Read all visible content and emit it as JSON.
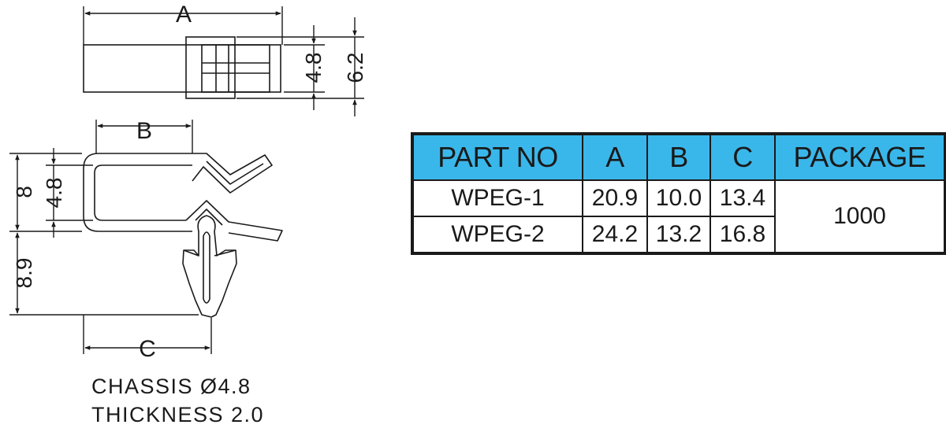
{
  "dimensions": {
    "a": "A",
    "b": "B",
    "c": "C",
    "top_inner_height": "4.8",
    "top_outer_height": "6.2",
    "left_upper": "8",
    "left_inner": "4.8",
    "left_lower": "8.9"
  },
  "notes": {
    "chassis": "CHASSIS Ø4.8",
    "thickness": "THICKNESS 2.0"
  },
  "table": {
    "headers": [
      "PART NO",
      "A",
      "B",
      "C",
      "PACKAGE"
    ],
    "rows": [
      {
        "part": "WPEG-1",
        "a": "20.9",
        "b": "10.0",
        "c": "13.4"
      },
      {
        "part": "WPEG-2",
        "a": "24.2",
        "b": "13.2",
        "c": "16.8"
      }
    ],
    "package": "1000"
  },
  "colors": {
    "header_fill": "#3ab7ea",
    "line": "#1a1a1a"
  }
}
